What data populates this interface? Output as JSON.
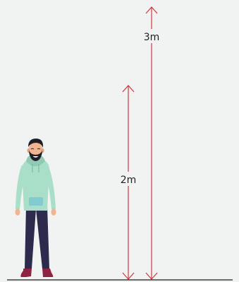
{
  "colors": {
    "background": "#f1f3f2",
    "arrow": "#d1343f",
    "ground": "#1b1b1b",
    "hoodie": "#a9dfc9",
    "hoodie_shadow": "#8fcab3",
    "pocket": "#82cbd0",
    "pants": "#2d2b4d",
    "skin": "#f0b48e",
    "hair": "#1e1e28",
    "shoes": "#8e2442",
    "soles": "#f4f4f4"
  },
  "icons": {
    "person": "person-illustration",
    "arrow": "double-headed-vertical-arrow"
  },
  "measurements": {
    "height_2m": {
      "label": "2m",
      "value": 2
    },
    "height_3m": {
      "label": "3m",
      "value": 3
    }
  }
}
